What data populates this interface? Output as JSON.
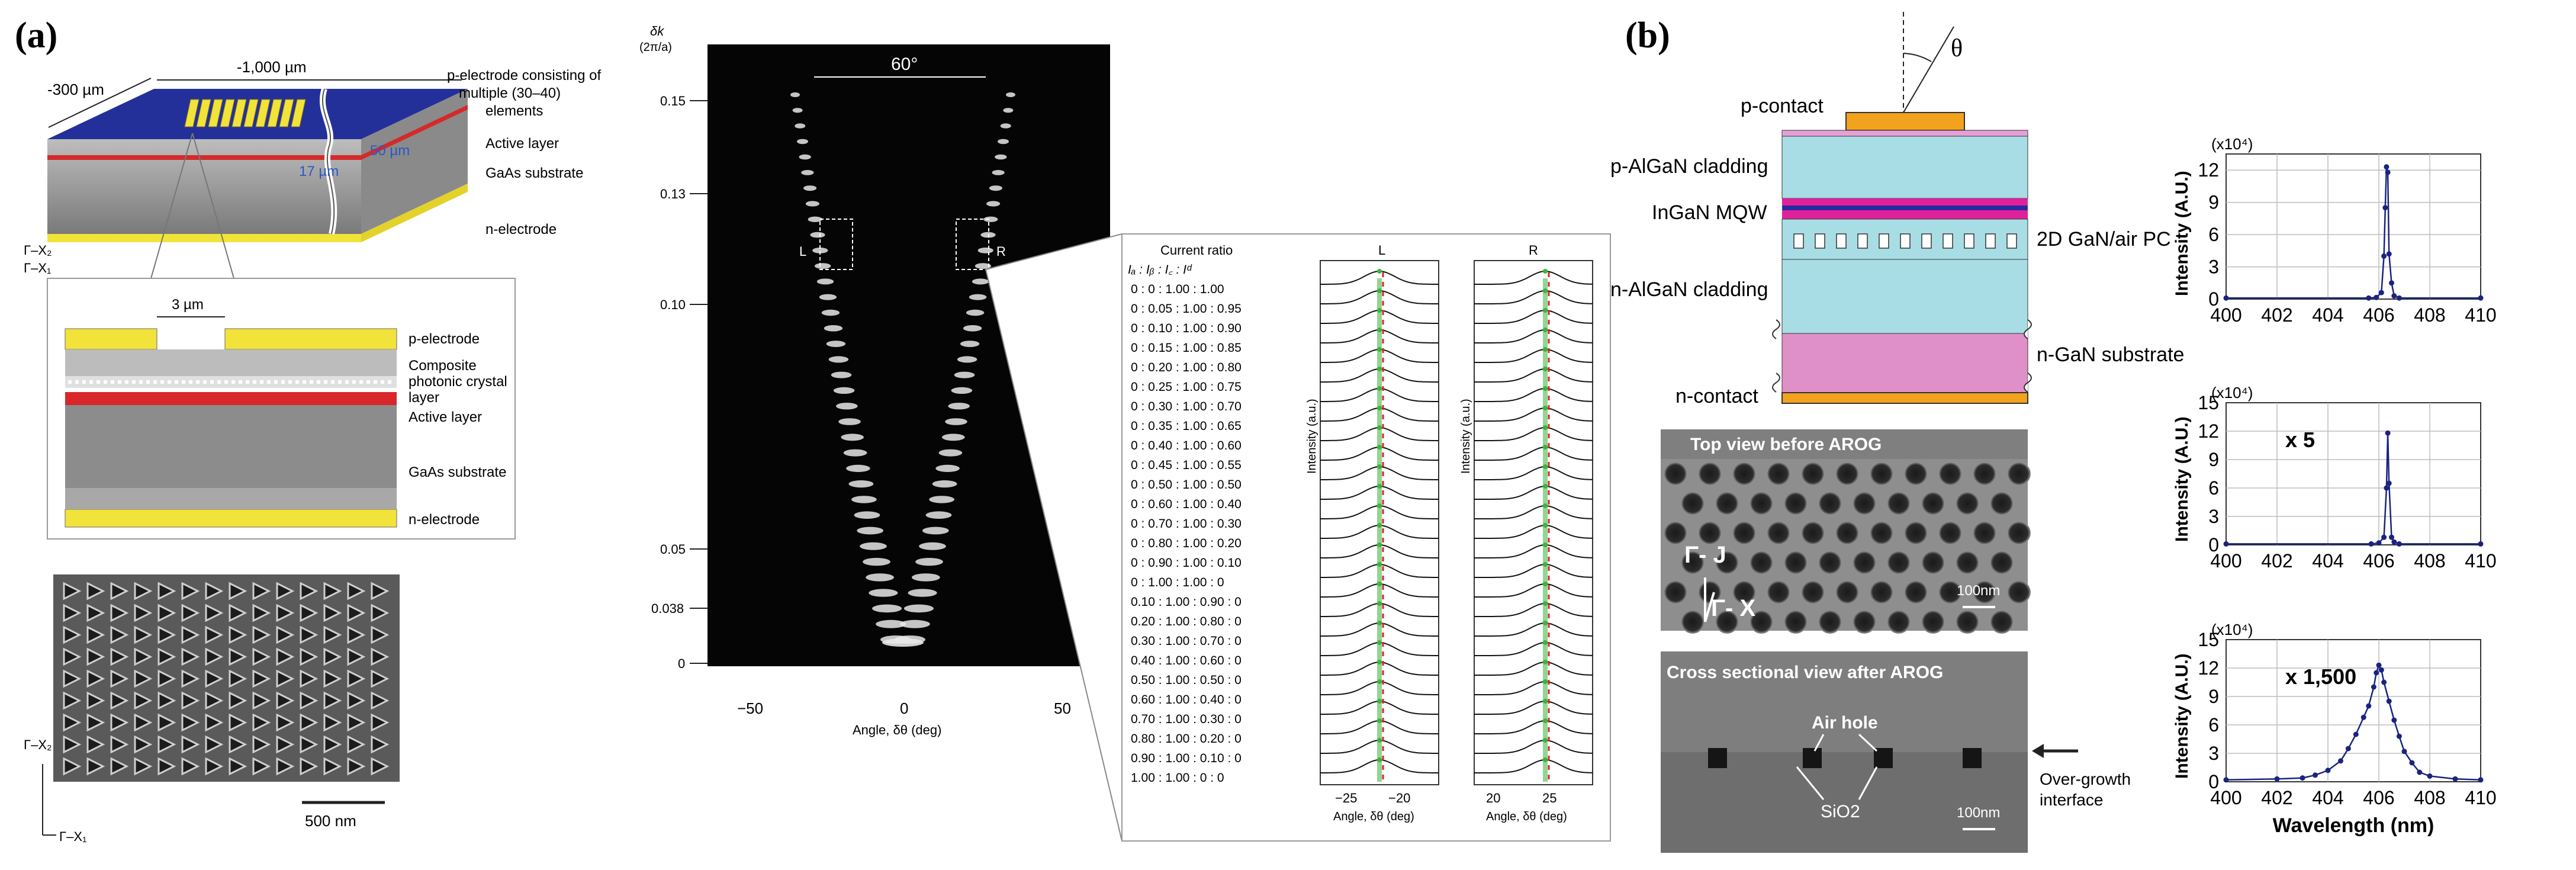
{
  "panel_a": {
    "label": "(a)",
    "device": {
      "dim_300": "-300 µm",
      "dim_1000": "-1,000 µm",
      "p_electrode_desc": [
        "p-electrode consisting of",
        "multiple (30–40)",
        "elements"
      ],
      "active_layer": "Active layer",
      "gaas_substrate": "GaAs substrate",
      "n_electrode": "n-electrode",
      "dim_50": "50 µm",
      "dim_17": "17 µm",
      "gx2": "Γ–X₂",
      "gx1": "Γ–X₁"
    },
    "cross_section": {
      "width": "3 µm",
      "p_electrode": "p-electrode",
      "composite": [
        "Composite",
        "photonic crystal",
        "layer"
      ],
      "active_layer": "Active layer",
      "gaas_substrate": "GaAs substrate",
      "n_electrode": "n-electrode"
    },
    "sem": {
      "gx2": "Γ–X₂",
      "gx1": "Γ–X₁",
      "scale": "500 nm"
    },
    "spectrum": {
      "dk_label": [
        "δk",
        "(2π/a)"
      ],
      "yticks": [
        "0.15",
        "0.13",
        "0.10",
        "0.05",
        "0.038",
        "0"
      ],
      "xticks": [
        "−50",
        "0",
        "50"
      ],
      "xlabel": "Angle, δθ (deg)",
      "angle": "60°",
      "L": "L",
      "R": "R"
    },
    "current_ratio": {
      "title": "Current ratio",
      "headers": [
        "Iₐ",
        "Iᵦ",
        "I꜀",
        "Iᵈ"
      ],
      "header_text": "Iₐ  :  Iᵦ  :  I꜀  :  Iᵈ",
      "rows": [
        "0  :    0  : 1.00 : 1.00",
        "0  : 0.05 : 1.00 : 0.95",
        "0  : 0.10 : 1.00 : 0.90",
        "0  : 0.15 : 1.00 : 0.85",
        "0  : 0.20 : 1.00 : 0.80",
        "0  : 0.25 : 1.00 : 0.75",
        "0  : 0.30 : 1.00 : 0.70",
        "0  : 0.35 : 1.00 : 0.65",
        "0  : 0.40 : 1.00 : 0.60",
        "0  : 0.45 : 1.00 : 0.55",
        "0  : 0.50 : 1.00 : 0.50",
        "0  : 0.60 : 1.00 : 0.40",
        "0  : 0.70 : 1.00 : 0.30",
        "0  : 0.80 : 1.00 : 0.20",
        "0  : 0.90 : 1.00 : 0.10",
        "0  : 1.00 : 1.00 :   0",
        "0.10 : 1.00 : 0.90 :   0",
        "0.20 : 1.00 : 0.80 :   0",
        "0.30 : 1.00 : 0.70 :   0",
        "0.40 : 1.00 : 0.60 :   0",
        "0.50 : 1.00 : 0.50 :   0",
        "0.60 : 1.00 : 0.40 :   0",
        "0.70 : 1.00 : 0.30 :   0",
        "0.80 : 1.00 : 0.20 :   0",
        "0.90 : 1.00 : 0.10 :   0",
        "1.00 : 1.00 :   0  :   0"
      ],
      "L_title": "L",
      "R_title": "R",
      "ylabel": "Intensity (a.u.)",
      "L_xticks": [
        "−25",
        "−20"
      ],
      "R_xticks": [
        "20",
        "25"
      ],
      "xlabel": "Angle, δθ (deg)"
    }
  },
  "panel_b": {
    "label": "(b)",
    "structure": {
      "theta": "θ",
      "p_contact": "p-contact",
      "p_algan": "p-AlGaN cladding",
      "ingan": "InGaN MQW",
      "pc": "2D GaN/air PC",
      "n_algan": "n-AlGaN cladding",
      "n_gan": "n-GaN substrate",
      "n_contact": "n-contact"
    },
    "sem_top": {
      "title": "Top view before AROG",
      "gj": "Γ- J",
      "gx": "Γ- X",
      "scale": "100nm"
    },
    "sem_cross": {
      "title": "Cross sectional view after AROG",
      "air_hole": "Air hole",
      "sio2": "SiO2",
      "scale": "100nm",
      "overgrowth": [
        "Over-growth",
        "interface"
      ]
    },
    "charts": {
      "multiplier": "(x10⁴)",
      "ylabel": "Intensity (A.U.)",
      "xlabel": "Wavelength (nm)",
      "xticks": [
        "400",
        "402",
        "404",
        "406",
        "408",
        "410"
      ],
      "c1_yticks": [
        "12",
        "9",
        "6",
        "3",
        "0"
      ],
      "c2_yticks": [
        "15",
        "12",
        "9",
        "6",
        "3",
        "0"
      ],
      "c3_yticks": [
        "15",
        "12",
        "9",
        "6",
        "3",
        "0"
      ],
      "c2_note": "x 5",
      "c3_note": "x 1,500"
    }
  },
  "chart_data": [
    {
      "type": "line",
      "xlabel": "",
      "ylabel": "Intensity (A.U.)",
      "xlim": [
        400,
        410
      ],
      "ylim": [
        0,
        13.5
      ],
      "x": [
        400,
        405.6,
        405.9,
        406.1,
        406.2,
        406.25,
        406.3,
        406.35,
        406.4,
        406.5,
        406.6,
        406.8,
        410
      ],
      "series": [
        {
          "values": [
            0.1,
            0.1,
            0.15,
            0.6,
            4.0,
            8.5,
            12.3,
            11.8,
            4.2,
            1.5,
            0.3,
            0.1,
            0.1
          ]
        }
      ],
      "grid": true
    },
    {
      "type": "line",
      "xlabel": "",
      "ylabel": "Intensity (A.U.)",
      "xlim": [
        400,
        410
      ],
      "ylim": [
        0,
        15
      ],
      "x": [
        400,
        405.7,
        406.0,
        406.2,
        406.3,
        406.35,
        406.4,
        406.5,
        406.6,
        406.8,
        410
      ],
      "series": [
        {
          "values": [
            0.1,
            0.1,
            0.2,
            0.8,
            6.0,
            11.8,
            6.5,
            0.8,
            0.3,
            0.1,
            0.1
          ]
        }
      ],
      "annotations": [
        "x 5"
      ],
      "grid": true
    },
    {
      "type": "line",
      "xlabel": "Wavelength (nm)",
      "ylabel": "Intensity (A.U.)",
      "xlim": [
        400,
        410
      ],
      "ylim": [
        0,
        15
      ],
      "x": [
        400,
        402,
        403,
        403.5,
        404,
        404.5,
        404.8,
        405.1,
        405.4,
        405.6,
        405.8,
        405.9,
        406.0,
        406.1,
        406.2,
        406.4,
        406.6,
        406.8,
        407.0,
        407.3,
        407.6,
        408,
        409,
        410
      ],
      "series": [
        {
          "values": [
            0.2,
            0.3,
            0.4,
            0.7,
            1.2,
            2.2,
            3.5,
            5.0,
            6.8,
            8.0,
            10.0,
            11.5,
            12.3,
            11.8,
            10.5,
            8.5,
            6.5,
            4.8,
            3.2,
            2.0,
            1.0,
            0.6,
            0.3,
            0.2
          ]
        }
      ],
      "annotations": [
        "x 1,500"
      ],
      "grid": true
    }
  ]
}
